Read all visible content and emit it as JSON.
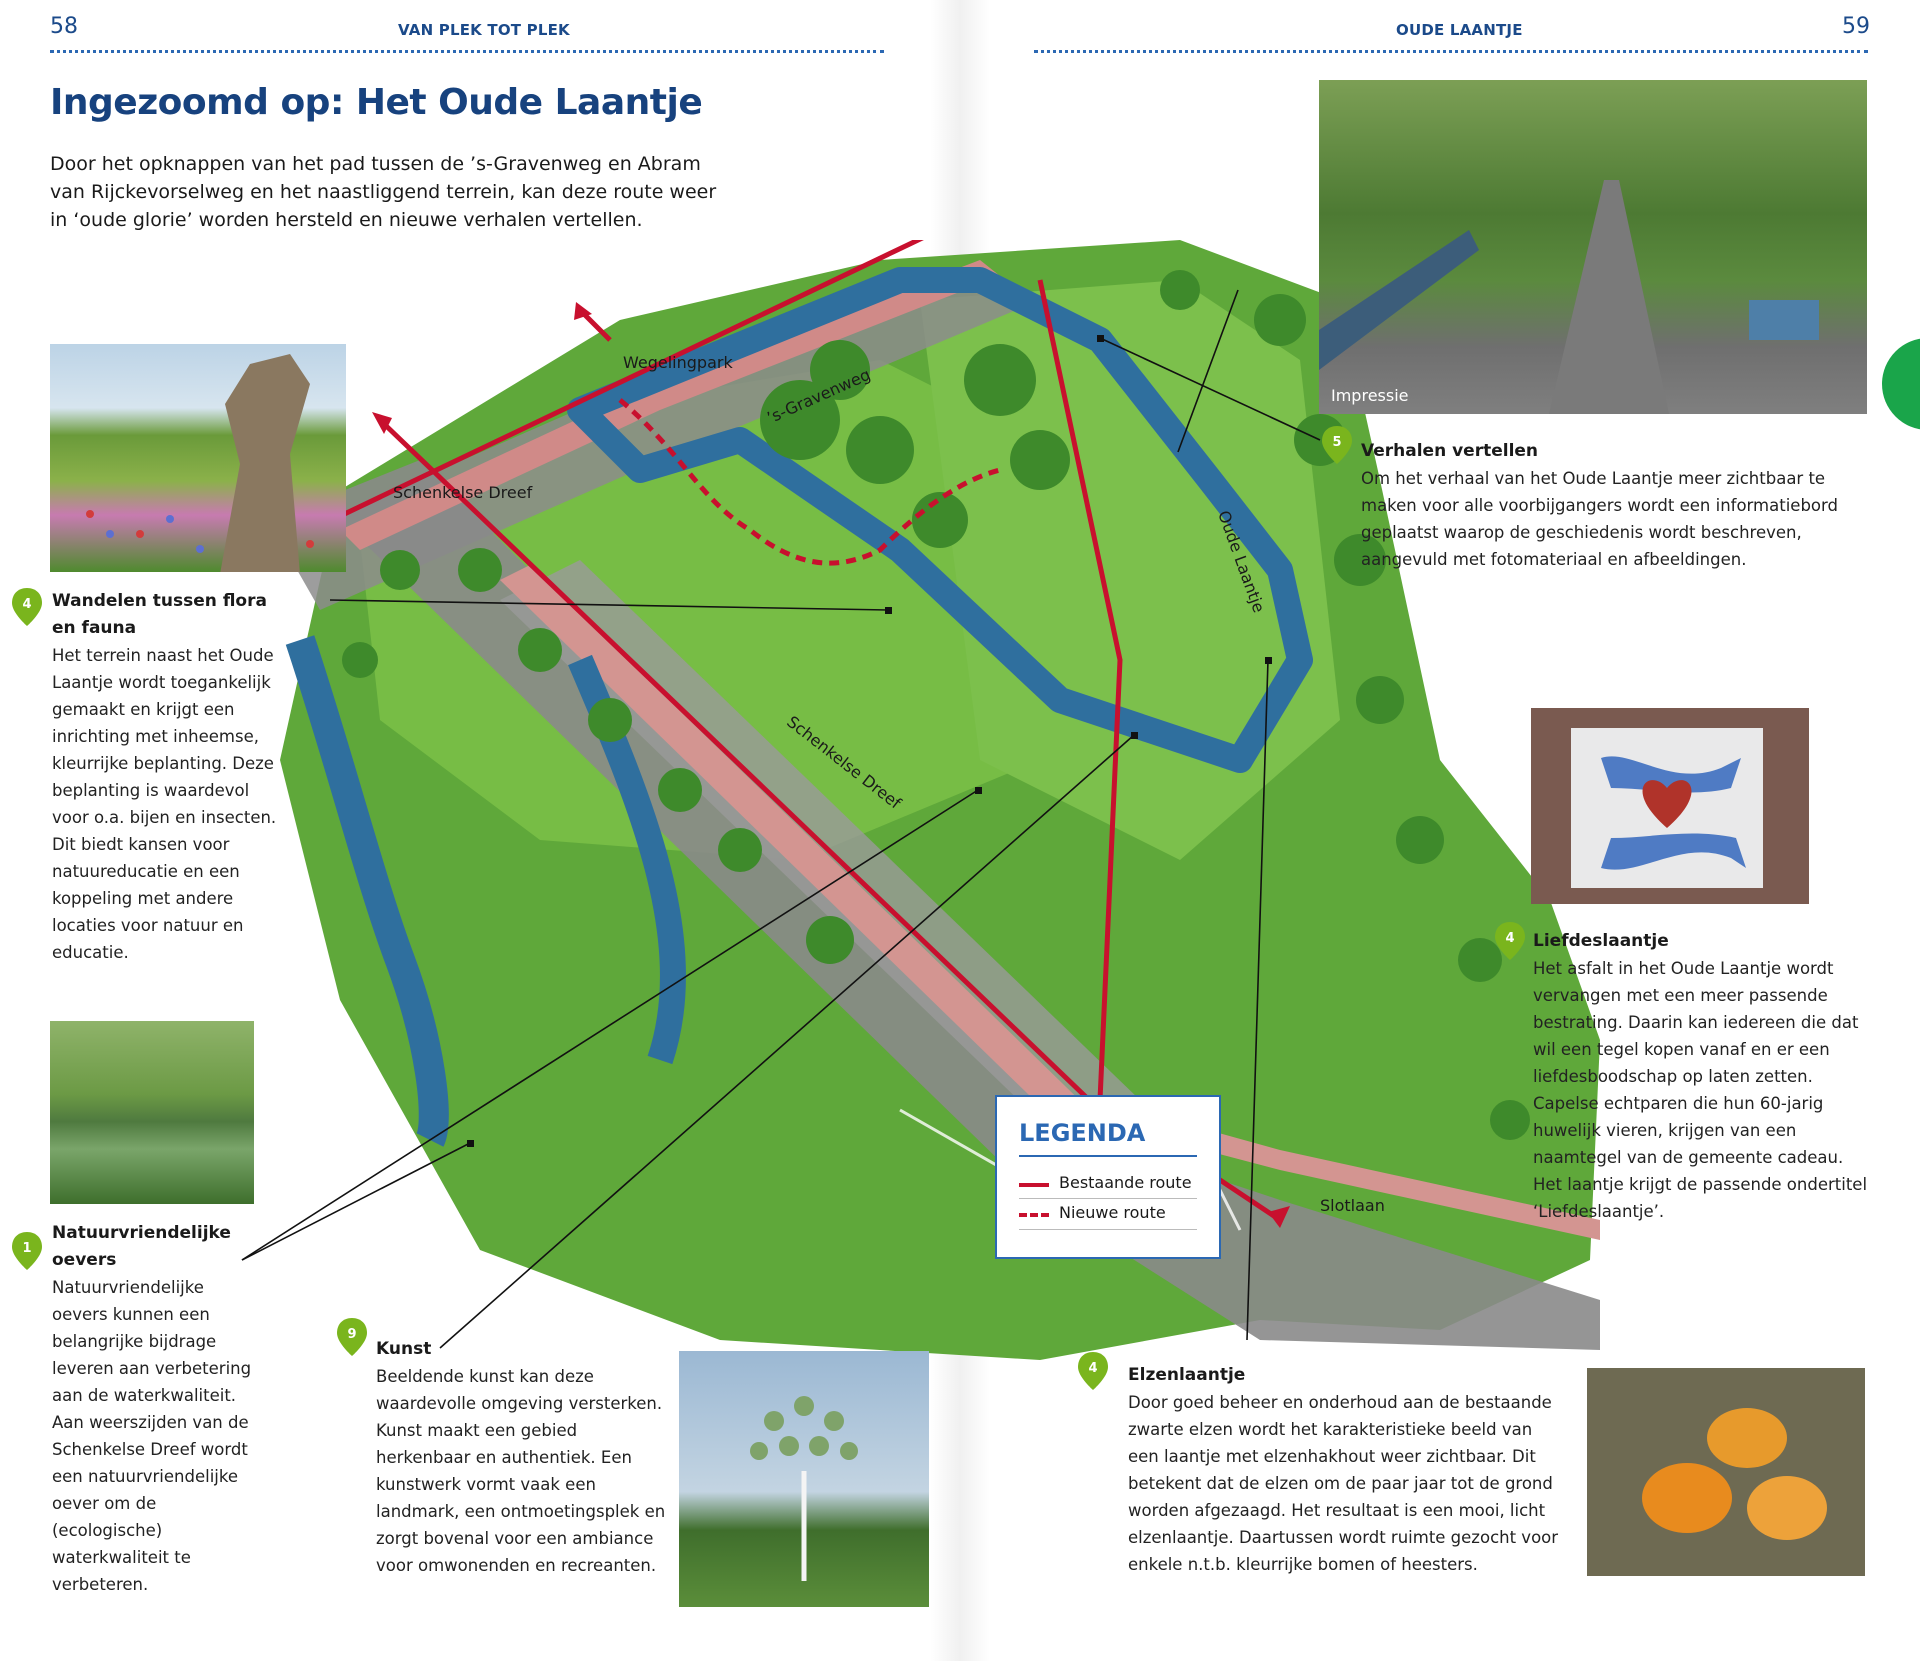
{
  "header": {
    "left_page_number": "58",
    "left_running_head": "VAN PLEK TOT PLEK",
    "right_running_head": "OUDE LAANTJE",
    "right_page_number": "59"
  },
  "title": "Ingezoomd op: Het Oude Laantje",
  "intro": "Door het opknappen van het pad tussen de ’s-Gravenweg en Abram van Rijckevorselweg en het naastliggend terrein, kan deze route weer in ‘oude glorie’ worden hersteld en nieuwe verhalen vertellen.",
  "map_labels": {
    "wegelingpark": "Wegelingpark",
    "sgravenweg": "’s-Gravenweg",
    "schenkelse_dreef_top": "Schenkelse Dreef",
    "schenkelse_dreef_diag": "Schenkelse Dreef",
    "oude_laantje": "Oude Laantje",
    "slotlaan": "Slotlaan",
    "impressie": "Impressie"
  },
  "legend": {
    "title": "LEGENDA",
    "items": [
      {
        "label": "Bestaande route",
        "style": "solid",
        "color": "#c8102e"
      },
      {
        "label": "Nieuwe route",
        "style": "dashed",
        "color": "#c8102e"
      }
    ]
  },
  "blocks": {
    "wandelen": {
      "number": "4",
      "heading": "Wandelen tussen flora en fauna",
      "body": "Het terrein naast het Oude Laantje wordt toegankelijk gemaakt en krijgt een inrichting met inheemse, kleurrijke beplanting. Deze beplanting is waardevol voor o.a. bijen en insecten. Dit biedt kansen voor natuureducatie en een koppeling met andere locaties voor natuur en educatie."
    },
    "natuurvriendelijke": {
      "number": "1",
      "heading": "Natuurvriendelijke oevers",
      "body": "Natuurvriendelijke oevers kunnen een belangrijke bijdrage leveren aan verbetering aan de waterkwaliteit. Aan weerszijden van de Schenkelse Dreef wordt een natuurvriendelijke oever om de (ecologische) waterkwaliteit te verbeteren."
    },
    "kunst": {
      "number": "9",
      "heading": "Kunst",
      "body": "Beeldende kunst kan deze waardevolle omgeving versterken. Kunst maakt een gebied herkenbaar en authentiek. Een kunstwerk vormt vaak een landmark, een ontmoetingsplek en zorgt bovenal voor een ambiance voor omwonenden en recreanten."
    },
    "verhalen": {
      "number": "5",
      "heading": "Verhalen vertellen",
      "body": "Om het verhaal van het Oude Laantje meer zichtbaar te maken voor alle voorbijgangers wordt een informatiebord geplaatst waarop de geschiedenis wordt beschreven, aangevuld met fotomateriaal en afbeeldingen."
    },
    "liefdeslaantje": {
      "number": "4",
      "heading": "Liefdeslaantje",
      "body": "Het asfalt in het Oude Laantje wordt vervangen met een meer passende bestrating. Daarin kan iedereen die dat wil een tegel kopen vanaf en er een liefdesboodschap op laten zetten. Capelse echtparen die hun 60-jarig huwelijk vieren, krijgen van een naamtegel van de gemeente cadeau. Het laantje krijgt de passende ondertitel ‘Liefdeslaantje’."
    },
    "elzenlaantje": {
      "number": "4",
      "heading": "Elzenlaantje",
      "body": "Door goed beheer en onderhoud aan de bestaande zwarte elzen wordt het karakteristieke beeld van een laantje met elzenhakhout weer zichtbaar. Dit betekent dat de elzen om de paar jaar tot de grond worden afgezaagd. Het resultaat is een mooi, licht elzenlaantje. Daartussen wordt ruimte gezocht voor enkele n.t.b. kleurrijke bomen of heesters."
    }
  },
  "colors": {
    "heading_blue": "#17427e",
    "route_red": "#c8102e",
    "pin_green": "#7ab51d",
    "tab_green": "#1aa54a"
  }
}
